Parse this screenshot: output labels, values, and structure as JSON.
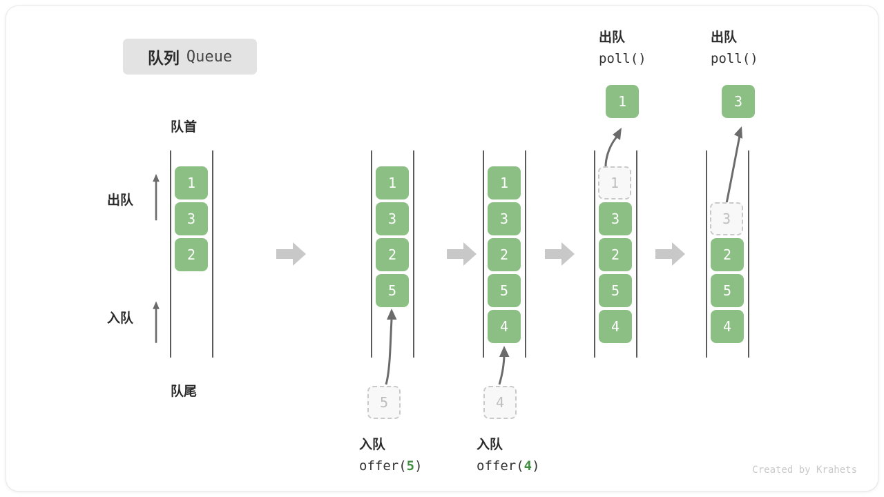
{
  "title": {
    "cn": "队列",
    "en": "Queue"
  },
  "labels": {
    "front": "队首",
    "rear": "队尾",
    "dequeue": "出队",
    "enqueue": "入队"
  },
  "credit": "Created by Krahets",
  "colors": {
    "cell_fill": "#8bbf83",
    "cell_text": "#ffffff",
    "ghost_fill": "#f8f8f8",
    "ghost_border": "#c9c9c9",
    "ghost_text": "#bdbdbd",
    "rail": "#5a5a5a",
    "step_arrow": "#c8c8c8",
    "accent_green": "#3f8f3f",
    "chip_bg": "#e3e3e3",
    "text": "#2b2b2b"
  },
  "columns": [
    {
      "id": "initial",
      "cells": [
        {
          "value": "1",
          "state": "filled"
        },
        {
          "value": "3",
          "state": "filled"
        },
        {
          "value": "2",
          "state": "filled"
        }
      ]
    },
    {
      "id": "after-offer-5",
      "cells": [
        {
          "value": "1",
          "state": "filled"
        },
        {
          "value": "3",
          "state": "filled"
        },
        {
          "value": "2",
          "state": "filled"
        },
        {
          "value": "5",
          "state": "filled"
        }
      ],
      "incoming": {
        "value": "5",
        "state": "ghost"
      },
      "op": {
        "cn": "入队",
        "fn": "offer(",
        "arg": "5",
        "close": ")"
      }
    },
    {
      "id": "after-offer-4",
      "cells": [
        {
          "value": "1",
          "state": "filled"
        },
        {
          "value": "3",
          "state": "filled"
        },
        {
          "value": "2",
          "state": "filled"
        },
        {
          "value": "5",
          "state": "filled"
        },
        {
          "value": "4",
          "state": "filled"
        }
      ],
      "incoming": {
        "value": "4",
        "state": "ghost"
      },
      "op": {
        "cn": "入队",
        "fn": "offer(",
        "arg": "4",
        "close": ")"
      }
    },
    {
      "id": "after-poll-1",
      "cells": [
        {
          "value": "1",
          "state": "ghost"
        },
        {
          "value": "3",
          "state": "filled"
        },
        {
          "value": "2",
          "state": "filled"
        },
        {
          "value": "5",
          "state": "filled"
        },
        {
          "value": "4",
          "state": "filled"
        }
      ],
      "popped": {
        "value": "1",
        "state": "filled"
      },
      "op": {
        "cn": "出队",
        "fn": "poll()"
      }
    },
    {
      "id": "after-poll-3",
      "cells": [
        {
          "value": "3",
          "state": "ghost"
        },
        {
          "value": "2",
          "state": "filled"
        },
        {
          "value": "5",
          "state": "filled"
        },
        {
          "value": "4",
          "state": "filled"
        }
      ],
      "popped": {
        "value": "3",
        "state": "filled"
      },
      "op": {
        "cn": "出队",
        "fn": "poll()"
      }
    }
  ]
}
